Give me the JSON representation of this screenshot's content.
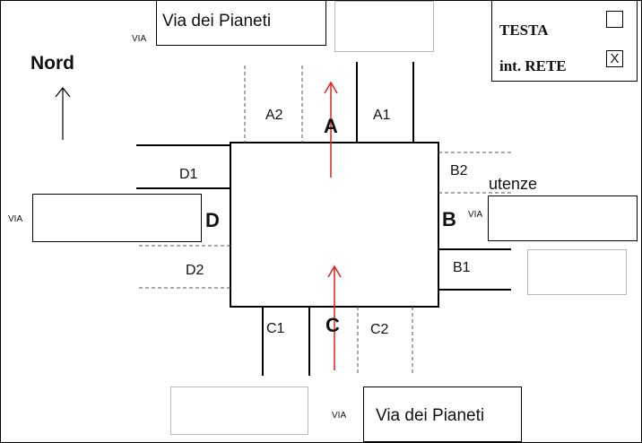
{
  "north_label": "Nord",
  "via_prefix": "VIA",
  "streets": {
    "top": "Via dei Pianeti",
    "bottom": "Via dei Pianeti",
    "west": "",
    "east": "",
    "top_right": "",
    "bottom_left": "",
    "east_lower": ""
  },
  "legend": {
    "testa_label": "TESTA",
    "testa_value": "",
    "rete_label": "int. RETE",
    "rete_value": "X"
  },
  "approaches": {
    "A": "A",
    "B": "B",
    "C": "C",
    "D": "D"
  },
  "lanes": {
    "A1": "A1",
    "A2": "A2",
    "B1": "B1",
    "B2": "B2",
    "C1": "C1",
    "C2": "C2",
    "D1": "D1",
    "D2": "D2"
  },
  "annotations": {
    "utenze": "utenze"
  },
  "colors": {
    "flow_arrow": "#e0201f",
    "line": "#000000",
    "dashed": "#555555",
    "grey_box": "#b9b9b9"
  },
  "icons": [
    "north-arrow-icon",
    "flow-arrow-icon"
  ]
}
